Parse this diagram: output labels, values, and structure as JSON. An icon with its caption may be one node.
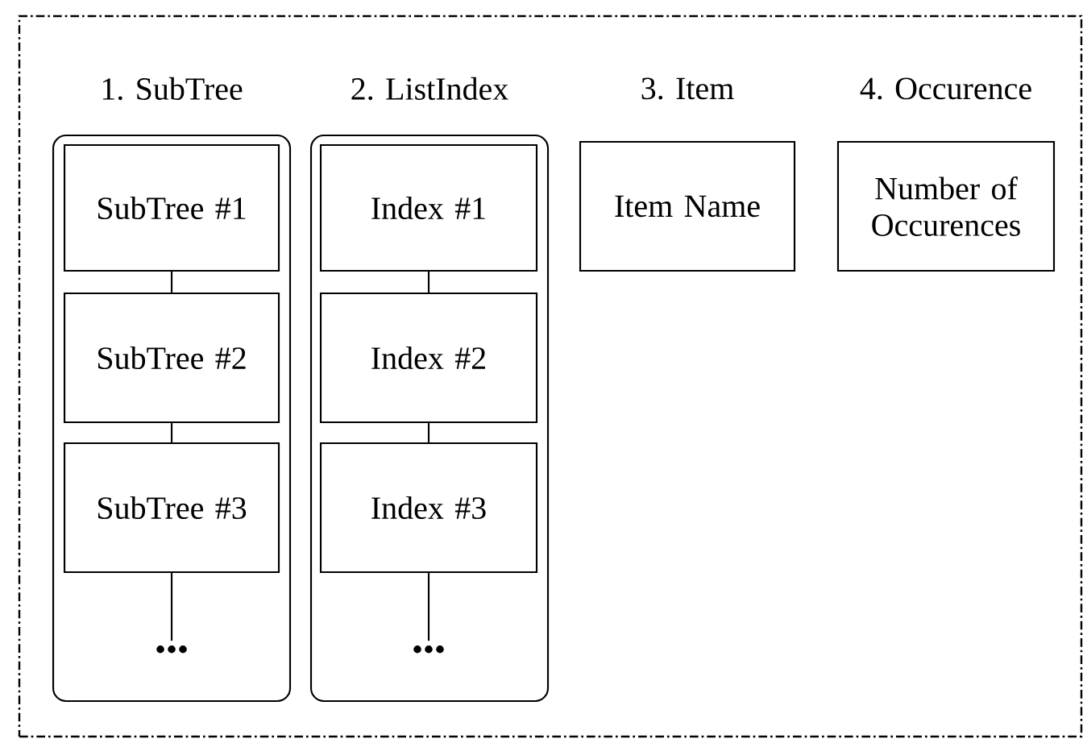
{
  "diagram": {
    "nodes": [
      {
        "text": [],
        "shape": "box"
      },
      {
        "text": [
          "1. SubTree"
        ],
        "in": 0
      },
      {
        "text": [
          "SubTree #1"
        ],
        "in": 1
      },
      {
        "text": [
          "SubTree #2"
        ],
        "in": 1
      },
      {
        "text": [
          "SubTree #3"
        ],
        "in": 1
      },
      {
        "text": [
          "•••"
        ],
        "in": 1
      },
      {
        "text": [
          "2. ListIndex"
        ],
        "in": 0
      },
      {
        "text": [
          "Index #1"
        ],
        "in": 6
      },
      {
        "text": [
          "Index #2"
        ],
        "in": 6
      },
      {
        "text": [
          "Index #3"
        ],
        "in": 6
      },
      {
        "text": [
          "•••"
        ],
        "in": 6
      },
      {
        "text": [
          "3. Item",
          "Item Name"
        ],
        "in": 0
      },
      {
        "text": [
          "4. Occurence",
          "Number of Occurences"
        ],
        "in": 0
      }
    ],
    "edges": [
      {
        "from": 2,
        "to": 3,
        "arrow": "none"
      },
      {
        "from": 3,
        "to": 4,
        "arrow": "none"
      },
      {
        "from": 4,
        "to": 5,
        "arrow": "none"
      },
      {
        "from": 7,
        "to": 8,
        "arrow": "none"
      },
      {
        "from": 8,
        "to": 9,
        "arrow": "none"
      },
      {
        "from": 9,
        "to": 10,
        "arrow": "none"
      }
    ]
  }
}
